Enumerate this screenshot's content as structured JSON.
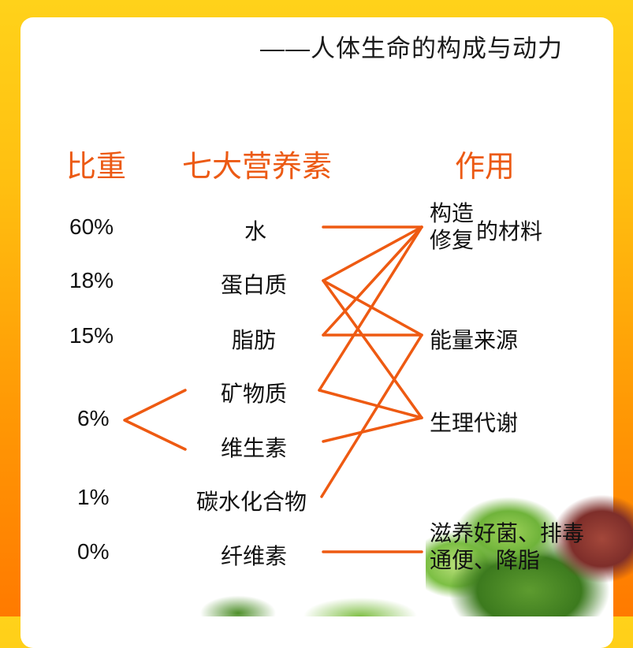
{
  "subtitle": "——人体生命的构成与动力",
  "headers": {
    "ratio": "比重",
    "nutrients": "七大营养素",
    "effects": "作用"
  },
  "rows": [
    {
      "ratio": "60%",
      "nutrient": "水"
    },
    {
      "ratio": "18%",
      "nutrient": "蛋白质"
    },
    {
      "ratio": "15%",
      "nutrient": "脂肪"
    },
    {
      "ratio": "",
      "nutrient": "矿物质"
    },
    {
      "ratio": "",
      "nutrient": "维生素"
    },
    {
      "ratio": "1%",
      "nutrient": "碳水化合物"
    },
    {
      "ratio": "0%",
      "nutrient": "纤维素"
    }
  ],
  "shared_ratio": "6%",
  "effects": {
    "construct_line1": "构造",
    "construct_line2": "修复",
    "construct_suffix": "的材料",
    "energy": "能量来源",
    "metabolism": "生理代谢",
    "fiber_line1": "滋养好菌、排毒",
    "fiber_line2": "通便、降脂"
  },
  "colors": {
    "accent": "#ec5a14",
    "text": "#111111",
    "line": "#ee5a12"
  }
}
